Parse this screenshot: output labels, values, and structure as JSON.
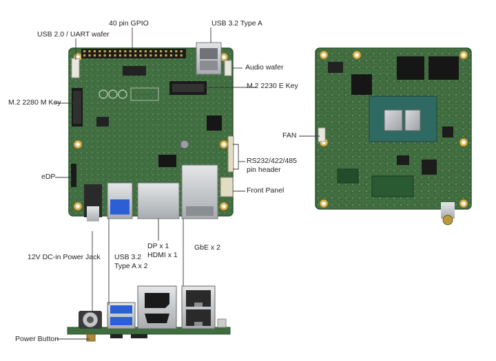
{
  "labels": {
    "usb20_uart": "USB 2.0 / UART wafer",
    "gpio": "40 pin GPIO",
    "usb32_a": "USB 3.2 Type A",
    "audio": "Audio wafer",
    "m2_e": "M.2 2230 E Key",
    "m2_m": "M.2 2280 M Key",
    "rs232": "RS232/422/485\npin header",
    "front_panel": "Front Panel",
    "edp": "eDP",
    "fan": "FAN",
    "dc_in": "12V DC-in Power Jack",
    "usb32_x2": "USB 3.2\nType A x 2",
    "dp_hdmi": "DP x 1\nHDMI x 1",
    "gbe": "GbE x 2",
    "power_button": "Power Button"
  },
  "colors": {
    "pcb": "#3f6d3f",
    "pcb_dark": "#2e552f",
    "silk": "#c9d6c4",
    "chip": "#161616",
    "metal": "#c6c9cc",
    "usb_blue": "#2c5fd6",
    "gold": "#c9a23c",
    "leader": "#333333"
  }
}
